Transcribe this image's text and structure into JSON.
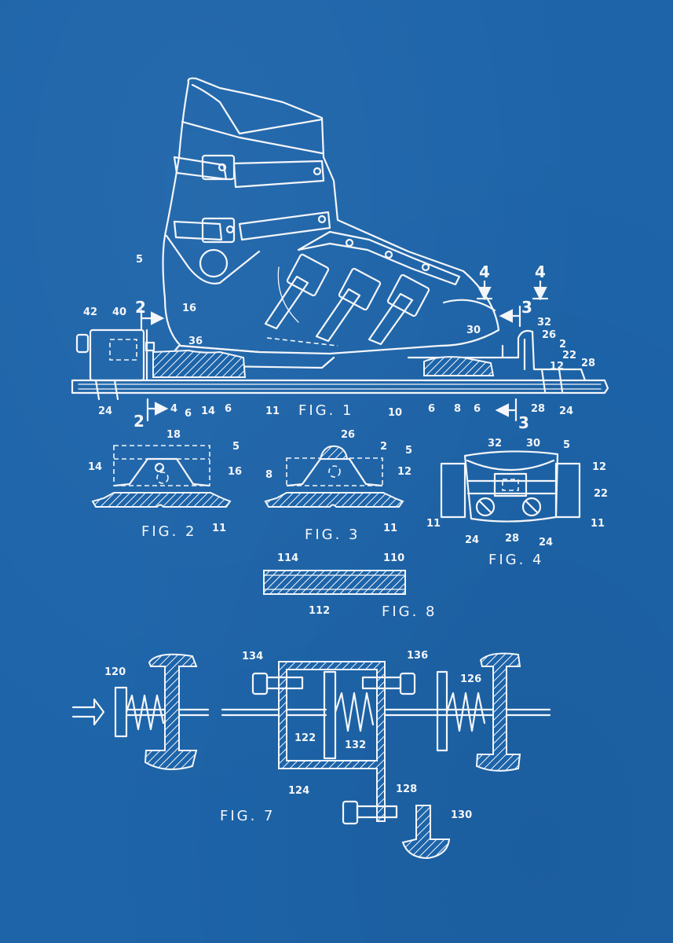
{
  "colors": {
    "background": "#1d64a9",
    "ink": "#f4f6fa"
  },
  "figures": {
    "fig1": {
      "title": "FIG. 1",
      "description": "Ski boot mounted in binding on ski, side elevation",
      "reference_numerals": [
        "42",
        "40",
        "2",
        "16",
        "36",
        "5",
        "4",
        "4",
        "3",
        "30",
        "32",
        "26",
        "2",
        "22",
        "12",
        "28",
        "24",
        "4",
        "6",
        "14",
        "6",
        "11",
        "10",
        "6",
        "8",
        "6",
        "28",
        "24",
        "2",
        "3"
      ],
      "section_marks": {
        "a": "2",
        "b": "2",
        "c": "3",
        "d": "3",
        "e": "4",
        "f": "4"
      }
    },
    "fig2": {
      "title": "FIG. 2",
      "reference_numerals": [
        "18",
        "5",
        "14",
        "16",
        "11"
      ]
    },
    "fig3": {
      "title": "FIG. 3",
      "reference_numerals": [
        "26",
        "2",
        "5",
        "8",
        "12",
        "11"
      ]
    },
    "fig4": {
      "title": "FIG. 4",
      "reference_numerals": [
        "32",
        "30",
        "5",
        "12",
        "22",
        "11",
        "11",
        "24",
        "28",
        "24"
      ]
    },
    "fig7": {
      "title": "FIG. 7",
      "reference_numerals": [
        "120",
        "134",
        "136",
        "126",
        "122",
        "132",
        "124",
        "128",
        "130"
      ]
    },
    "fig8": {
      "title": "FIG. 8",
      "reference_numerals": [
        "114",
        "110",
        "112"
      ]
    }
  },
  "labels": {
    "l42": "42",
    "l40": "40",
    "l16a": "16",
    "l36": "36",
    "l5a": "5",
    "l4a": "4",
    "l4b": "4",
    "l3a": "3",
    "l3b": "3",
    "l2a": "2",
    "l2b": "2",
    "l30": "30",
    "l32": "32",
    "l26": "26",
    "l2c": "2",
    "l22": "22",
    "l12": "12",
    "l28a": "28",
    "l24a": "24",
    "l4c": "4",
    "l6a": "6",
    "l14": "14",
    "l6b": "6",
    "l11a": "11",
    "l10": "10",
    "l6c": "6",
    "l8": "8",
    "l6d": "6",
    "l28b": "28",
    "l24b": "24",
    "f2_18": "18",
    "f2_5": "5",
    "f2_14": "14",
    "f2_16": "16",
    "f2_11": "11",
    "f3_26": "26",
    "f3_2": "2",
    "f3_5": "5",
    "f3_8": "8",
    "f3_12": "12",
    "f3_11": "11",
    "f4_32": "32",
    "f4_30": "30",
    "f4_5": "5",
    "f4_12": "12",
    "f4_22": "22",
    "f4_11a": "11",
    "f4_11b": "11",
    "f4_24a": "24",
    "f4_28": "28",
    "f4_24b": "24",
    "f8_114": "114",
    "f8_110": "110",
    "f8_112": "112",
    "f7_120": "120",
    "f7_134": "134",
    "f7_136": "136",
    "f7_126": "126",
    "f7_122": "122",
    "f7_132": "132",
    "f7_124": "124",
    "f7_128": "128",
    "f7_130": "130"
  }
}
